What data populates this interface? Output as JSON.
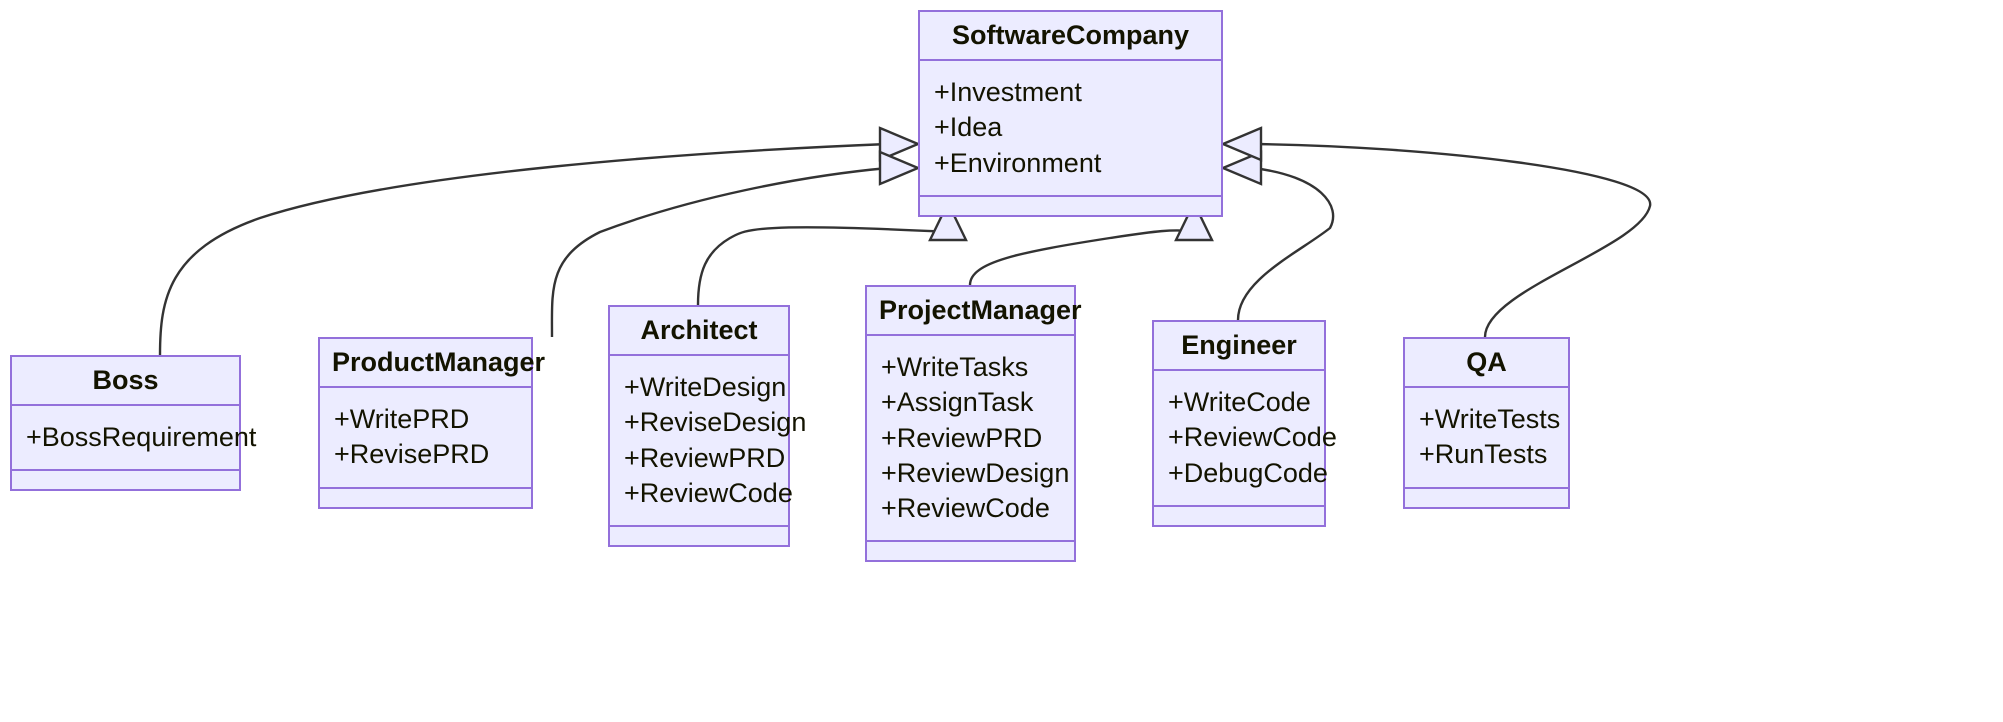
{
  "diagram": {
    "kind": "uml-class-diagram",
    "title": "SoftwareCompany class hierarchy",
    "colors": {
      "box_fill": "#ECECFF",
      "box_border": "#9370DB",
      "text": "#131300",
      "edge_stroke": "#333333",
      "arrow_fill": "#ECECFF",
      "background": "#FFFFFF"
    },
    "relationship_type": "inheritance"
  },
  "classes": {
    "softwarecompany": {
      "name": "SoftwareCompany",
      "attributes": [
        "+Investment",
        "+Idea",
        "+Environment"
      ],
      "methods": []
    },
    "boss": {
      "name": "Boss",
      "attributes": [
        "+BossRequirement"
      ],
      "methods": []
    },
    "productmanager": {
      "name": "ProductManager",
      "attributes": [
        "+WritePRD",
        "+RevisePRD"
      ],
      "methods": []
    },
    "architect": {
      "name": "Architect",
      "attributes": [
        "+WriteDesign",
        "+ReviseDesign",
        "+ReviewPRD",
        "+ReviewCode"
      ],
      "methods": []
    },
    "projectmanager": {
      "name": "ProjectManager",
      "attributes": [
        "+WriteTasks",
        "+AssignTask",
        "+ReviewPRD",
        "+ReviewDesign",
        "+ReviewCode"
      ],
      "methods": []
    },
    "engineer": {
      "name": "Engineer",
      "attributes": [
        "+WriteCode",
        "+ReviewCode",
        "+DebugCode"
      ],
      "methods": []
    },
    "qa": {
      "name": "QA",
      "attributes": [
        "+WriteTests",
        "+RunTests"
      ],
      "methods": []
    }
  },
  "edges": [
    {
      "from": "Boss",
      "to": "SoftwareCompany",
      "type": "inheritance"
    },
    {
      "from": "ProductManager",
      "to": "SoftwareCompany",
      "type": "inheritance"
    },
    {
      "from": "Architect",
      "to": "SoftwareCompany",
      "type": "inheritance"
    },
    {
      "from": "ProjectManager",
      "to": "SoftwareCompany",
      "type": "inheritance"
    },
    {
      "from": "Engineer",
      "to": "SoftwareCompany",
      "type": "inheritance"
    },
    {
      "from": "QA",
      "to": "SoftwareCompany",
      "type": "inheritance"
    }
  ]
}
